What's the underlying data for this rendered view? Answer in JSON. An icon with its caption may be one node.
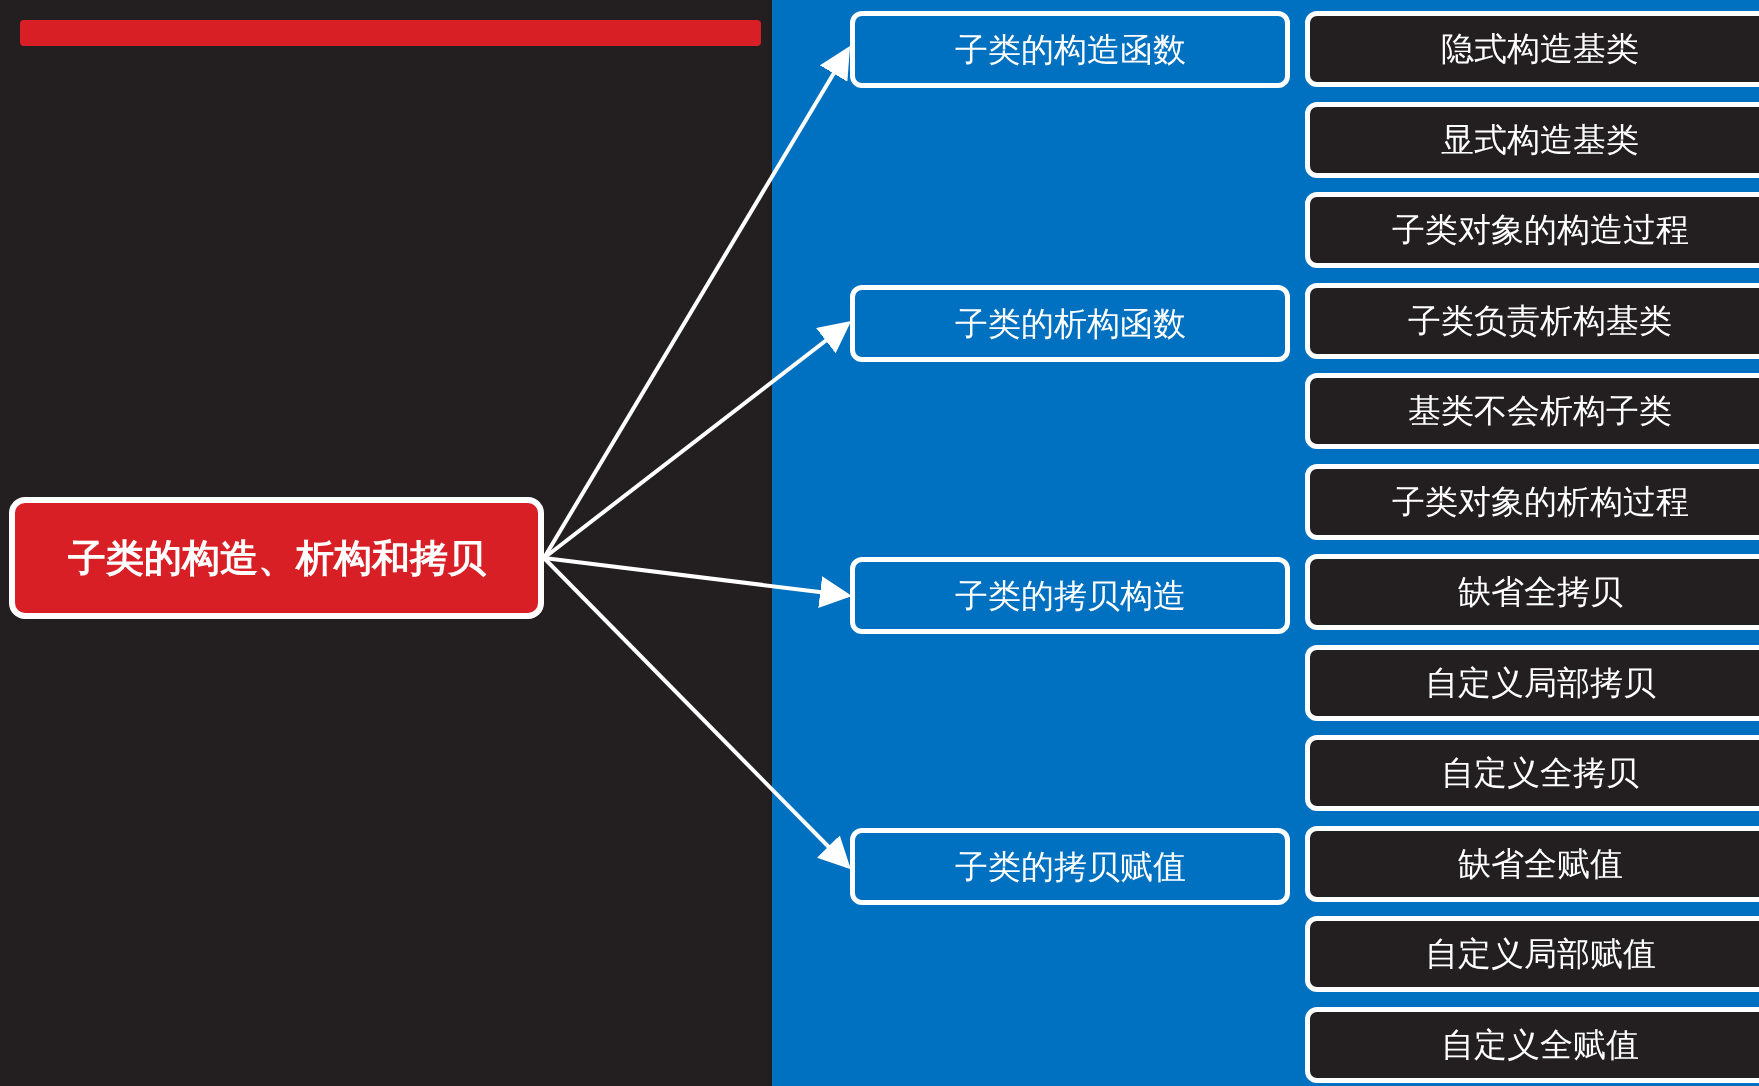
{
  "diagram": {
    "nodes": [
      {
        "text": [
          "子类的构造、析构和拷贝"
        ]
      },
      {
        "text": [
          "子类的构造函数"
        ]
      },
      {
        "text": [
          "子类的析构函数"
        ]
      },
      {
        "text": [
          "子类的拷贝构造"
        ]
      },
      {
        "text": [
          "子类的拷贝赋值"
        ]
      },
      {
        "text": [
          "隐式构造基类"
        ]
      },
      {
        "text": [
          "显式构造基类"
        ]
      },
      {
        "text": [
          "子类对象的构造过程"
        ]
      },
      {
        "text": [
          "子类负责析构基类"
        ]
      },
      {
        "text": [
          "基类不会析构子类"
        ]
      },
      {
        "text": [
          "子类对象的析构过程"
        ]
      },
      {
        "text": [
          "缺省全拷贝"
        ]
      },
      {
        "text": [
          "自定义局部拷贝"
        ]
      },
      {
        "text": [
          "自定义全拷贝"
        ]
      },
      {
        "text": [
          "缺省全赋值"
        ]
      },
      {
        "text": [
          "自定义局部赋值"
        ]
      },
      {
        "text": [
          "自定义全赋值"
        ]
      }
    ],
    "edges": [
      {
        "from": 0,
        "to": 1,
        "arrow": "to"
      },
      {
        "from": 0,
        "to": 2,
        "arrow": "to"
      },
      {
        "from": 0,
        "to": 3,
        "arrow": "to"
      },
      {
        "from": 0,
        "to": 4,
        "arrow": "to"
      }
    ]
  }
}
